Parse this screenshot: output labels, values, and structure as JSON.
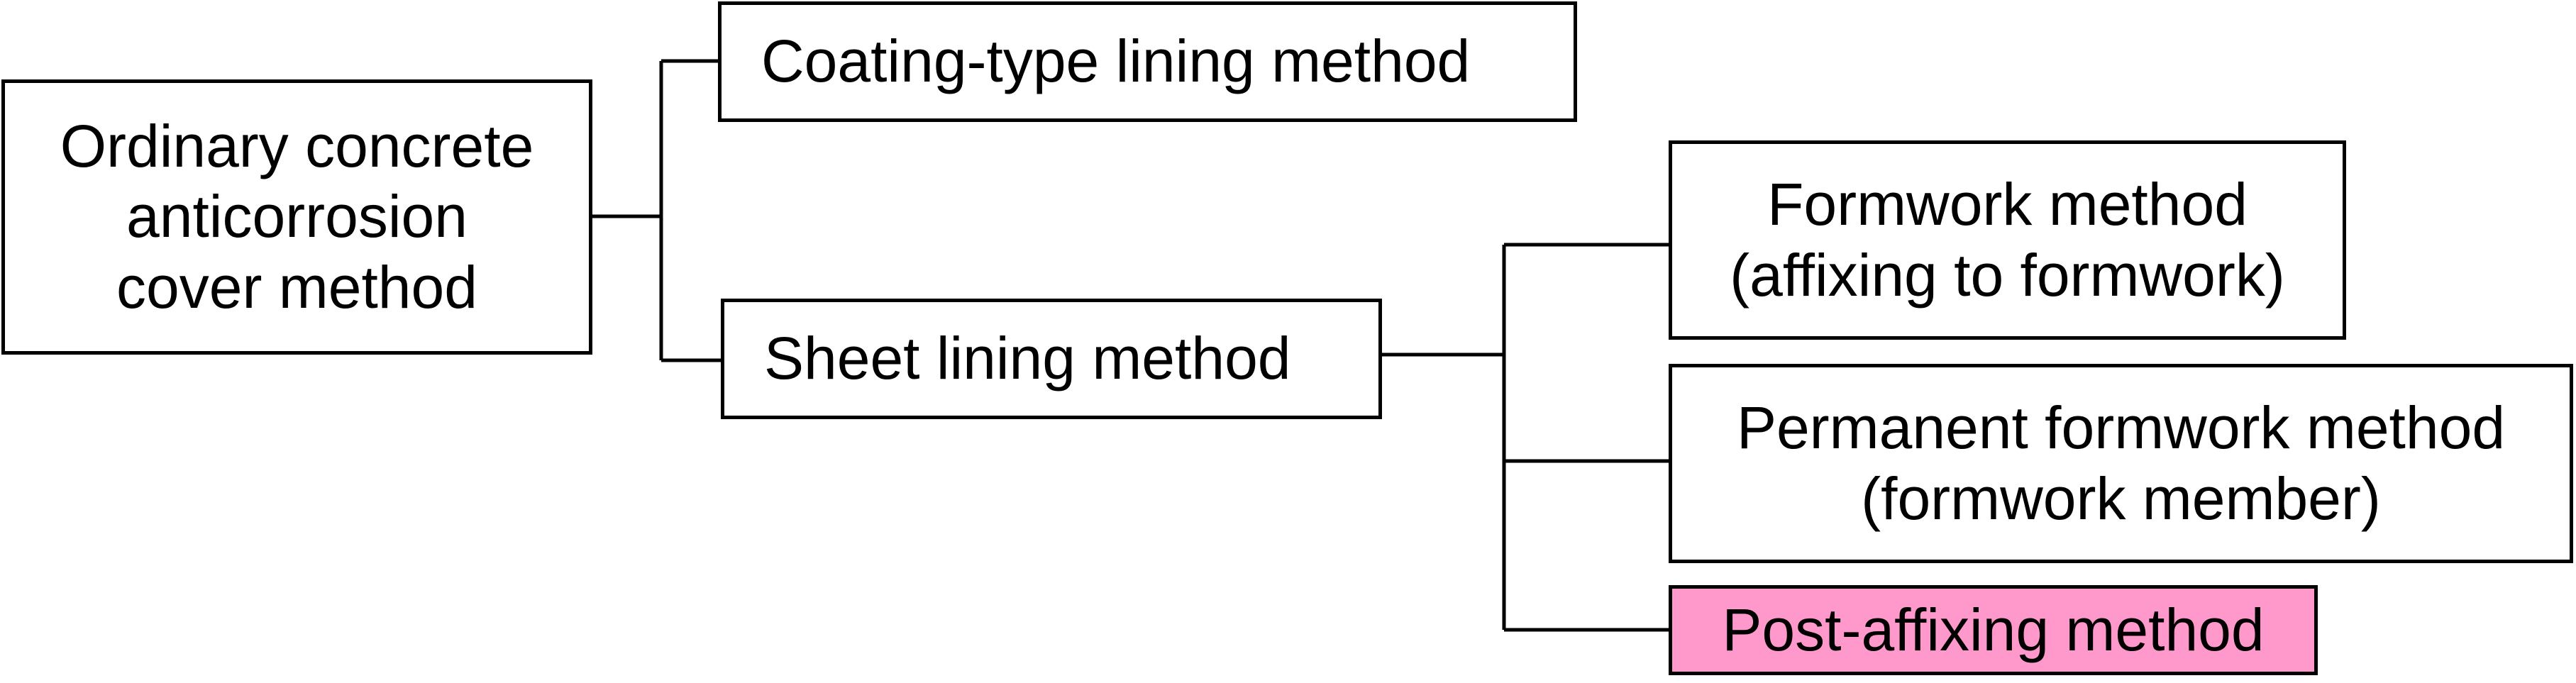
{
  "diagram": {
    "root": {
      "lines": [
        "Ordinary concrete",
        "anticorrosion",
        "cover method"
      ]
    },
    "coating": {
      "label": "Coating-type lining method"
    },
    "sheet": {
      "label": "Sheet lining method"
    },
    "formwork": {
      "lines": [
        "Formwork method",
        "(affixing to formwork)"
      ]
    },
    "permanent": {
      "lines": [
        "Permanent formwork method",
        "(formwork member)"
      ]
    },
    "post_affixing": {
      "label": "Post-affixing method",
      "highlight_color": "#ff99cc"
    }
  }
}
